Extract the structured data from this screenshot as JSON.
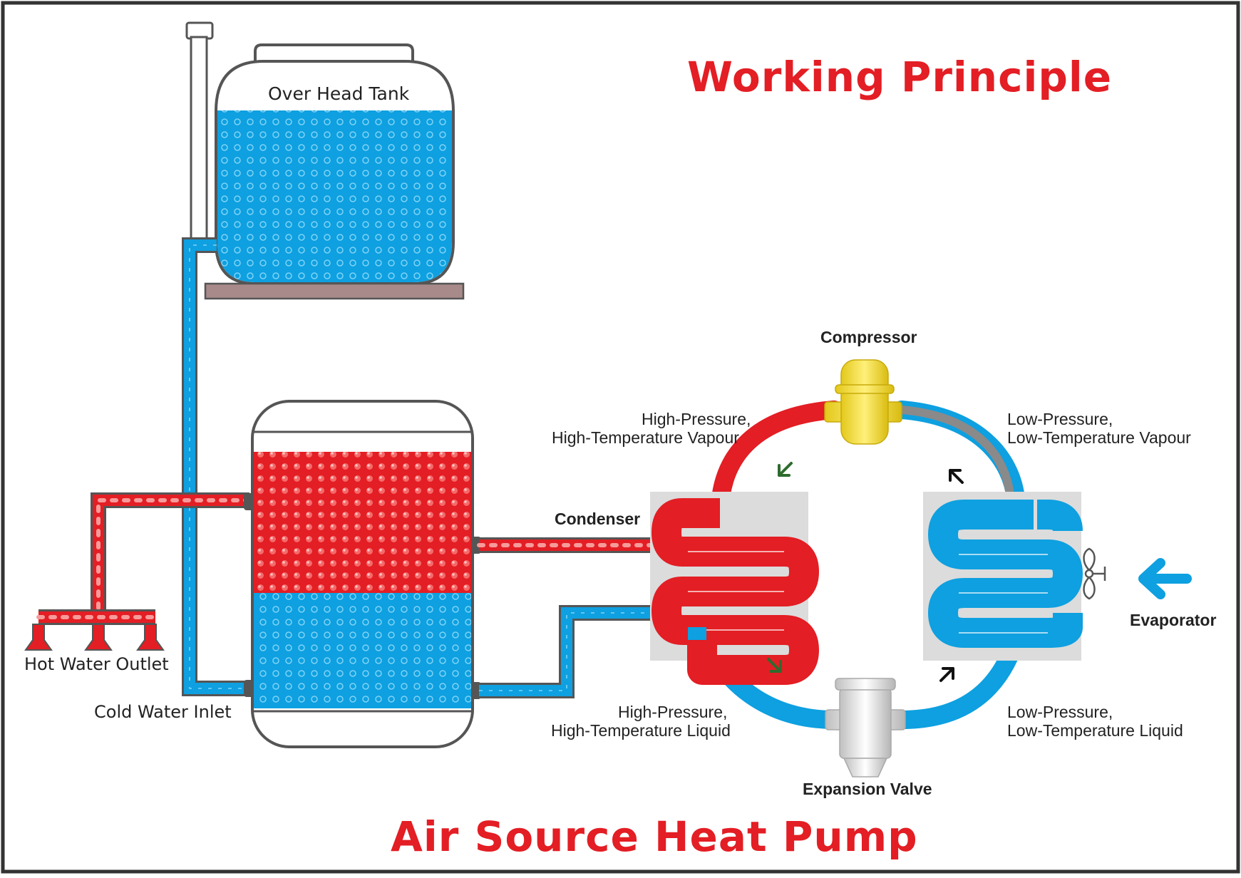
{
  "title_top": "Working Principle",
  "title_bottom": "Air Source Heat Pump",
  "labels": {
    "overhead_tank": "Over Head Tank",
    "hot_water_outlet": "Hot Water Outlet",
    "cold_water_inlet": "Cold Water Inlet",
    "condenser": "Condenser",
    "compressor": "Compressor",
    "evaporator": "Evaporator",
    "expansion_valve": "Expansion Valve",
    "hp_vapour_1": "High-Pressure,",
    "hp_vapour_2": "High-Temperature Vapour",
    "lp_vapour_1": "Low-Pressure,",
    "lp_vapour_2": "Low-Temperature Vapour",
    "hp_liquid_1": "High-Pressure,",
    "hp_liquid_2": "High-Temperature Liquid",
    "lp_liquid_1": "Low-Pressure,",
    "lp_liquid_2": "Low-Temperature Liquid"
  },
  "colors": {
    "hot": "#e31e24",
    "cold": "#0ea0e0",
    "outline": "#555555",
    "shelf": "#a88a8a",
    "coil_box": "#dcdcdc",
    "compressor": "#f5e03a",
    "valve": "#e8e8e8",
    "title": "#e31e24"
  },
  "icons": [
    "fan-icon",
    "air-flow-arrow-icon",
    "flow-arrow-icon"
  ]
}
